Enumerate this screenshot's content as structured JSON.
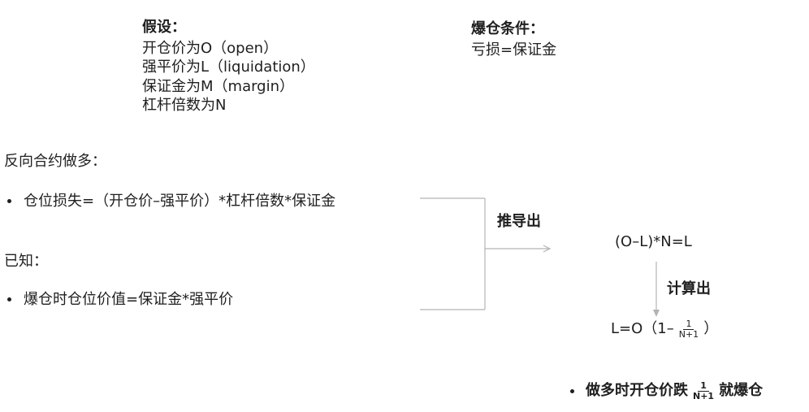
{
  "assumptions": {
    "heading": "假设：",
    "items": [
      "开仓价为O（open）",
      "强平价为L（liquidation）",
      "保证金为M（margin）",
      "杠杆倍数为N"
    ]
  },
  "liquidation_condition": {
    "heading": "爆仓条件：",
    "text": "亏损=保证金"
  },
  "inverse_long": {
    "heading": "反向合约做多：",
    "bullet": "仓位损失=（开仓价–强平价）*杠杆倍数*保证金"
  },
  "known": {
    "heading": "已知：",
    "bullet": "爆仓时仓位价值=保证金*强平价"
  },
  "derivation": {
    "derive_label": "推导出",
    "equation": "(O–L)*N=L",
    "compute_label": "计算出",
    "result": {
      "prefix": "L=O（1–",
      "numerator": "1",
      "denominator": "N+1",
      "suffix": "）"
    }
  },
  "conclusion": {
    "prefix": "做多时开仓价跌",
    "numerator": "1",
    "denominator": "N+1",
    "suffix": "就爆仓"
  },
  "colors": {
    "text": "#1f1f1f",
    "connector": "#b3b3b3"
  }
}
